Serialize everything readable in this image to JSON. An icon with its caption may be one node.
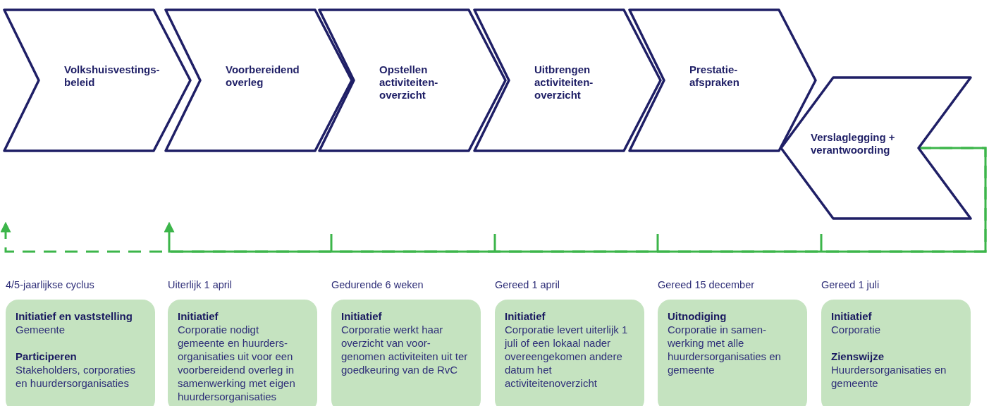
{
  "diagram": {
    "nodes": [
      {
        "text": [
          "Volkshuisvestings- beleid"
        ]
      },
      {
        "text": [
          "Voorbereidend overleg"
        ]
      },
      {
        "text": [
          "Opstellen activiteiten- overzicht"
        ]
      },
      {
        "text": [
          "Uitbrengen activiteiten- overzicht"
        ]
      },
      {
        "text": [
          "Prestatie- afspraken"
        ]
      },
      {
        "text": [
          "Verslaglegging + verantwoording"
        ]
      },
      {
        "text": [
          "Initiatief en vaststelling",
          "Gemeente",
          "Participeren",
          "Stakeholders, corporaties en huurdersorganisaties"
        ],
        "beside": [
          "4/5-jaarlijkse cyclus"
        ]
      },
      {
        "text": [
          "Initiatief",
          "Corporatie nodigt gemeente en huurders- organisaties uit voor een voorbereidend overleg in samenwerking met eigen huurdersorganisaties"
        ],
        "beside": [
          "Uiterlijk 1 april"
        ]
      },
      {
        "text": [
          "Initiatief",
          "Corporatie werkt haar overzicht van voor- genomen activiteiten uit ter goedkeuring van de RvC"
        ],
        "beside": [
          "Gedurende 6 weken"
        ]
      },
      {
        "text": [
          "Initiatief",
          "Corporatie levert uiterlijk 1 juli of een lokaal nader overeengekomen andere datum het activiteitenoverzicht"
        ],
        "beside": [
          "Gereed 1 april"
        ]
      },
      {
        "text": [
          "Uitnodiging",
          "Corporatie in samen- werking met alle huurdersorganisaties en gemeente"
        ],
        "beside": [
          "Gereed 15 december"
        ]
      },
      {
        "text": [
          "Initiatief",
          "Corporatie",
          "Zienswijze",
          "Huurdersorganisaties en gemeente"
        ],
        "beside": [
          "Gereed 1 juli"
        ]
      }
    ],
    "edges": [
      {
        "from": 5,
        "to": null,
        "arrow": "to"
      },
      {
        "from": 5,
        "to": null,
        "arrow": "to",
        "style": "dashed"
      }
    ]
  }
}
